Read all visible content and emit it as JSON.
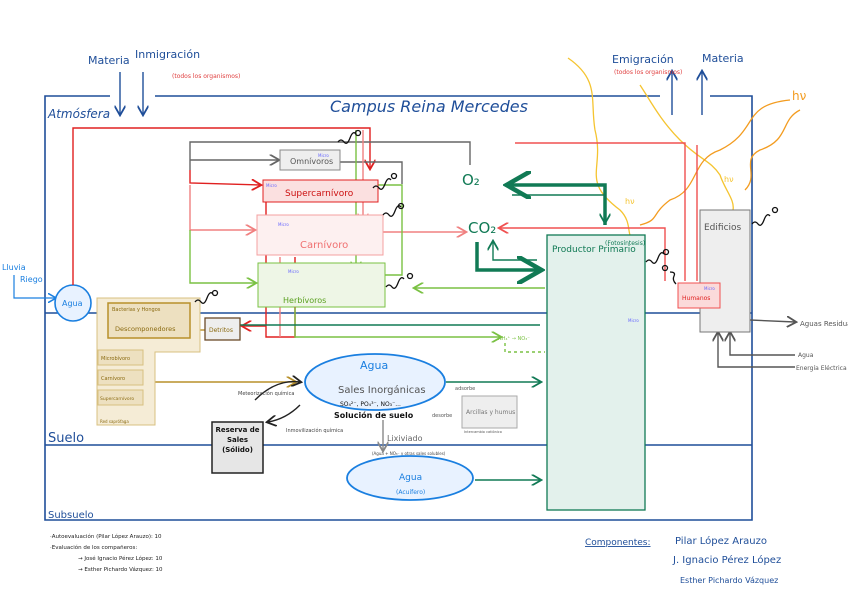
{
  "title": "Campus Reina Mercedes",
  "layers": {
    "atmosphere": "Atmósfera",
    "soil": "Suelo",
    "subsoil": "Subsuelo"
  },
  "inputs": {
    "materia": "Materia",
    "inmigracion": "Inmigración",
    "inmigracion_note": "(todos los organismos)",
    "lluvia": "Lluvia",
    "riego": "Riego"
  },
  "outputs": {
    "emigracion": "Emigración",
    "emigracion_note": "(todos los organismos)",
    "materia": "Materia",
    "aguas_residuales": "Aguas Residuales",
    "agua": "Agua",
    "energia": "Energía Eléctrica"
  },
  "energy": {
    "hv": "hν"
  },
  "gases": {
    "o2": "O₂",
    "co2": "CO₂"
  },
  "boxes": {
    "omnivoros": "Omnívoros",
    "supercarnivoro": "Supercarnívoro",
    "carnivoro": "Carnívoro",
    "herbivoros": "Herbívoros",
    "micro": "Micro",
    "productor": "Productor Primario",
    "fotosintesis": "(Fotosíntesis)",
    "edificios": "Edificios",
    "humanos": "Humanos",
    "agua": "Agua",
    "bacterias": "Bacterias y Hongos",
    "descomponedores": "Descomponedores",
    "microbivoro": "Microbívoro",
    "carnivoro_sap": "Carnívoro",
    "supercarnivoro_sap": "Supercarnívoro",
    "red_saprofaga": "Red saprófaga",
    "detritos": "Detritos"
  },
  "soil": {
    "agua": "Agua",
    "sales": "Sales Inorgánicas",
    "formulas": "SO₄²⁻, PO₄³⁻, NO₃⁻...",
    "solucion": "Solución de suelo",
    "nh4": "NH₄⁺ → NO₃⁻",
    "adsorbe": "adsorbe",
    "desorbe": "desorbe",
    "arcillas": "Arcillas y humus",
    "intercambio": "Intercambio catiónico",
    "meteorizacion": "Meteorización química",
    "inmovilizacion": "Inmovilización química",
    "reserva": "Reserva de Sales (Sólido)",
    "lixiviado": "Lixiviado",
    "lixiviado_note": "(Agua + NO₃⁻ y otras sales solubles)",
    "acuifero_agua": "Agua",
    "acuifero": "(Acuífero)"
  },
  "footer": {
    "auto": "·Autoevaluación (Pilar López Arauzo): 10",
    "eval": "·Evaluación de los compañeros:",
    "eval1": "→ José Ignacio Pérez López: 10",
    "eval2": "→ Esther Pichardo Vázquez: 10",
    "componentes": "Componentes:",
    "members": [
      "Pilar López Arauzo",
      "J. Ignacio Pérez López",
      "Esther Pichardo Vázquez"
    ]
  },
  "colors": {
    "blue": "#1f4e99",
    "red": "#e02020",
    "pink": "#f08080",
    "green": "#7ac143",
    "darkgreen": "#117a55",
    "tan": "#b8902a",
    "yellow": "#f5c430",
    "orange": "#f39c20",
    "gray": "#666666"
  }
}
